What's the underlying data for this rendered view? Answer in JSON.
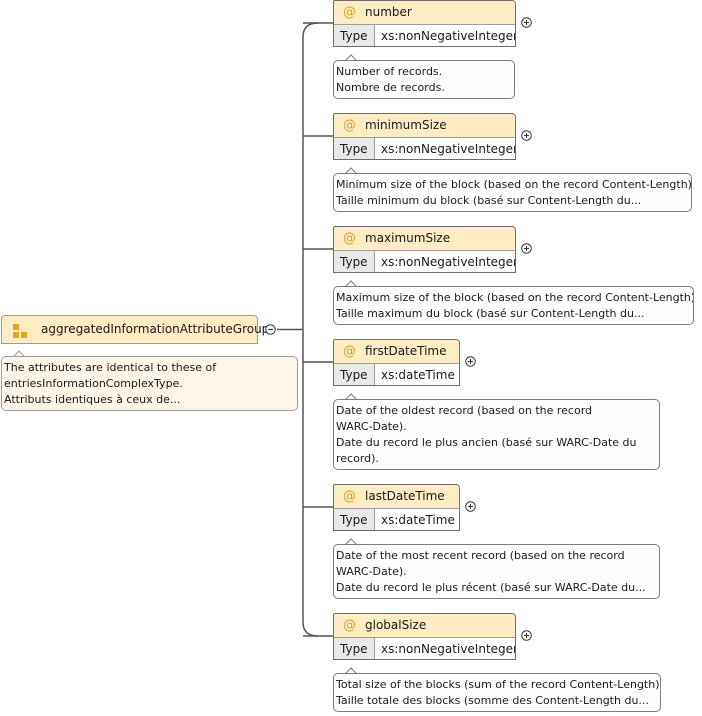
{
  "group": {
    "name": "aggregatedInformationAttributeGroup",
    "icon": "attribute-group-icon",
    "expander": "collapse-icon",
    "note_lines": [
      "The attributes are identical to these of",
      "entriesInformationComplexType.",
      "Attributs identiques à ceux de..."
    ]
  },
  "type_key": "Type",
  "attributes": [
    {
      "id": "number",
      "symbol": "@",
      "name": "number",
      "type": "xs:nonNegativeInteger",
      "note_lines": [
        "Number of records.",
        "Nombre de records."
      ]
    },
    {
      "id": "minimumsize",
      "symbol": "@",
      "name": "minimumSize",
      "type": "xs:nonNegativeInteger",
      "note_lines": [
        "Minimum size of the block (based on the record Content-Length).",
        "Taille minimum du block (basé sur Content-Length du..."
      ]
    },
    {
      "id": "maximumsize",
      "symbol": "@",
      "name": "maximumSize",
      "type": "xs:nonNegativeInteger",
      "note_lines": [
        "Maximum size of the block (based on the record Content-Length).",
        "Taille maximum du block (basé sur Content-Length du..."
      ]
    },
    {
      "id": "firstdatetime",
      "symbol": "@",
      "name": "firstDateTime",
      "type": "xs:dateTime",
      "note_lines": [
        "Date of the oldest record (based on the record",
        "WARC-Date).",
        "Date du record le plus ancien (basé sur WARC-Date du",
        "record)."
      ]
    },
    {
      "id": "lastdatetime",
      "symbol": "@",
      "name": "lastDateTime",
      "type": "xs:dateTime",
      "note_lines": [
        "Date of the most recent record (based on the record",
        "WARC-Date).",
        "Date du record le plus récent (basé sur WARC-Date du..."
      ]
    },
    {
      "id": "globalsize",
      "symbol": "@",
      "name": "globalSize",
      "type": "xs:nonNegativeInteger",
      "note_lines": [
        "Total size of the blocks (sum of the record Content-Length).",
        "Taille totale des blocks (somme des Content-Length du..."
      ]
    }
  ],
  "colors": {
    "node_header": "#fdecc4",
    "group_note": "#fdf6e8",
    "type_key_bg": "#e9e9e9",
    "at_symbol": "#d9a21c",
    "border": "#6d6d6d"
  }
}
